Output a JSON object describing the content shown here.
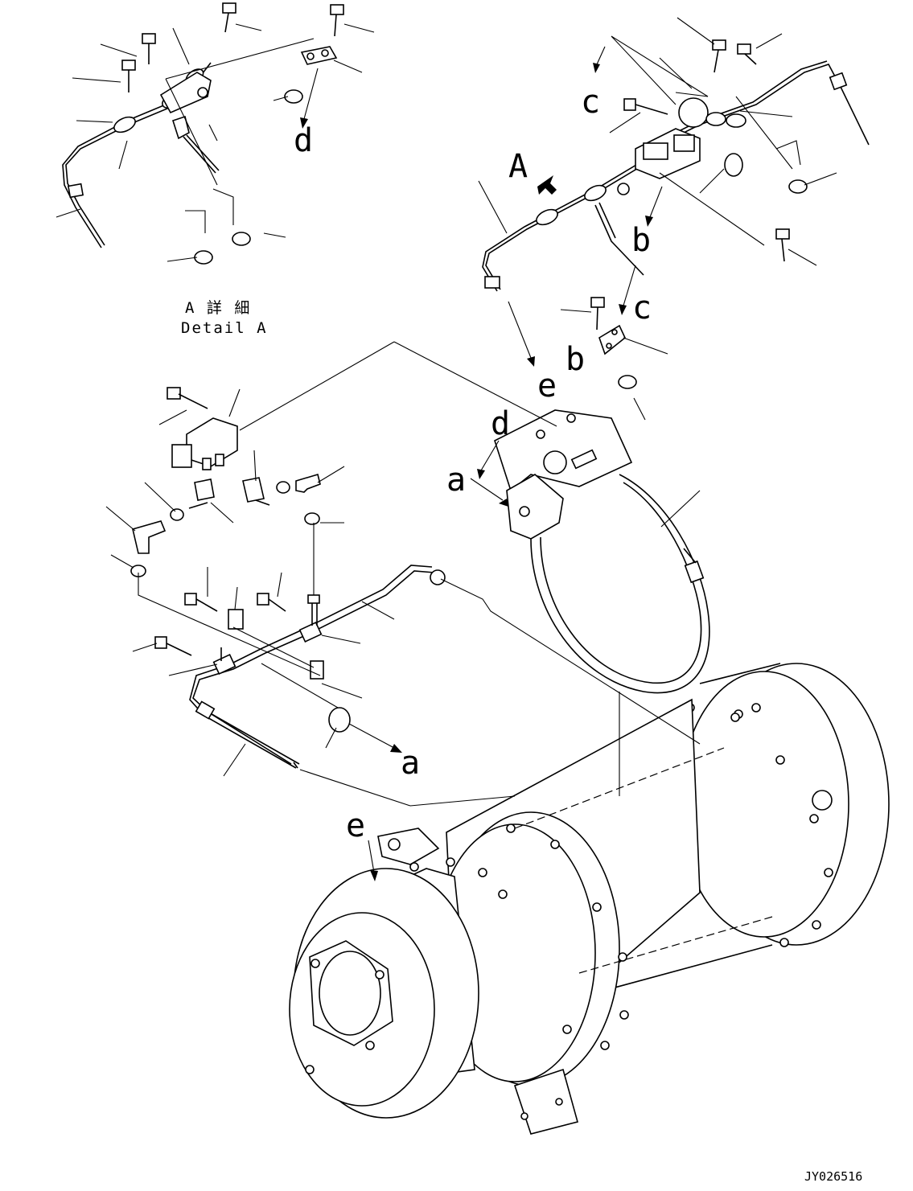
{
  "detail_caption": {
    "jp": "A 詳 細",
    "en": "Detail A"
  },
  "view_label": "A",
  "callouts": {
    "a_top": "a",
    "a_bottom": "a",
    "b_top": "b",
    "b_mid": "b",
    "c_top": "c",
    "c_mid": "c",
    "d_top": "d",
    "d_mid": "d",
    "e_mid": "e",
    "e_bottom": "e"
  },
  "drawing_code": "JY026516"
}
